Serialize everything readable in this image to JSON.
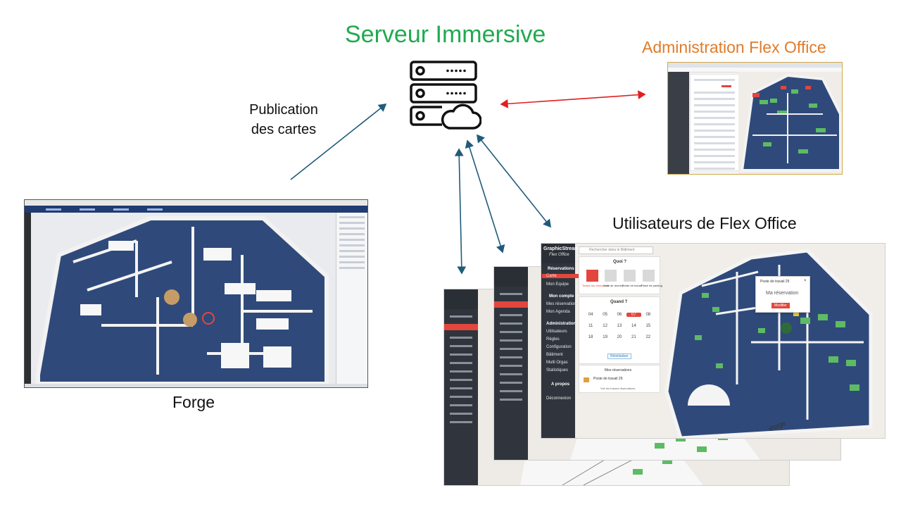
{
  "diagram": {
    "server": {
      "title": "Serveur Immersive",
      "icon": "server-cloud-icon"
    },
    "admin": {
      "title": "Administration Flex Office"
    },
    "users": {
      "title": "Utilisateurs de Flex Office"
    },
    "publication": {
      "line1": "Publication",
      "line2": "des cartes"
    },
    "forge": {
      "label": "Forge"
    }
  },
  "app": {
    "brand": "GraphicStream",
    "brand_sub": "Flex Office",
    "sections": {
      "reservations": "Réservations",
      "mon_compte": "Mon compte",
      "administration": "Administration",
      "a_propos": "A propos"
    },
    "items": {
      "carte": "Carte",
      "mon_equipe": "Mon Equipe",
      "mes_reservations": "Mes réservations",
      "mon_agenda": "Mon Agenda",
      "utilisateurs": "Utilisateurs",
      "regles": "Règles",
      "configuration": "Configuration",
      "batiment": "Bâtiment",
      "multi_orgas": "Multi Orgas",
      "statistiques": "Statistiques",
      "deconnexion": "Déconnexion"
    },
    "search_placeholder": "Rechercher dans le Bâtiment",
    "quoi": {
      "title": "Quoi ?",
      "categories": [
        "Toutes les ressources",
        "Salle de réunion",
        "Poste de travail",
        "Place de parking"
      ]
    },
    "quand": {
      "title": "Quand ?",
      "days": [
        "04",
        "05",
        "06",
        "07",
        "08",
        "11",
        "12",
        "13",
        "14",
        "15",
        "18",
        "19",
        "20",
        "21",
        "22"
      ],
      "selected": "07",
      "button": "Réinitialiser"
    },
    "mes_reservations": {
      "title": "Mes réservations",
      "item": "Poste de travail 29",
      "link": "Voir les futures réservations"
    },
    "popup": {
      "title": "Poste de travail 29",
      "subtitle": "Ma réservation",
      "button": "Modifier"
    },
    "floor_label": "étage"
  },
  "colors": {
    "server_title": "#1faa4f",
    "admin_title": "#e07b2a",
    "publication_arrow": "#1f5b7a",
    "admin_arrow": "#e02020",
    "user_arrows": "#1f5b7a",
    "accent_red": "#e2463d",
    "sidebar": "#30353d",
    "floor_blue": "#2f4a7a",
    "desk_green": "#5dbb63"
  }
}
